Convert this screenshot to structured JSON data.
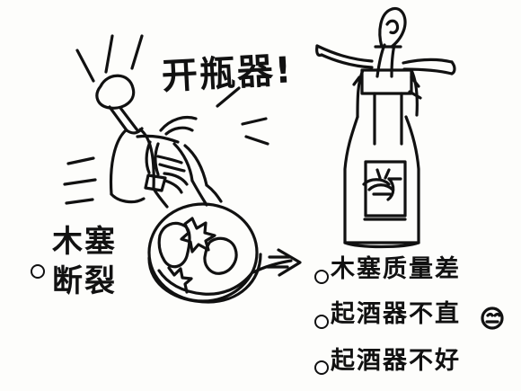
{
  "illustration": {
    "title": "开瓶器!",
    "left_labels": [
      "木塞",
      "断裂"
    ],
    "right_items": [
      "木塞质量差",
      "起酒器不直",
      "起酒器不好"
    ]
  }
}
